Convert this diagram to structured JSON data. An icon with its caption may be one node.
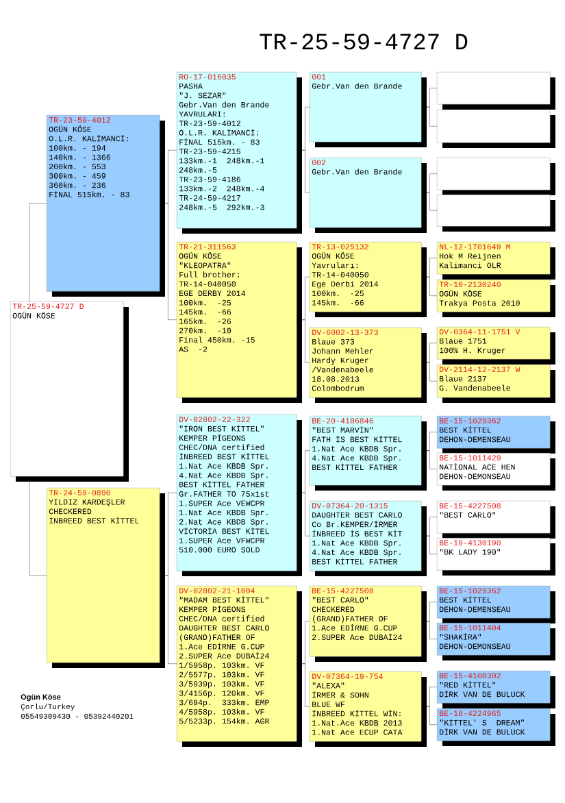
{
  "diagram": {
    "title": "TR-25-59-4727 D",
    "nodes": [
      {
        "text": [
          "TR-25-59-4727 D",
          "OGÜN KÖSE"
        ]
      },
      {
        "text": [
          "TR-23-59-4012",
          "OGÜN KÖSE",
          "O.L.R. KALİMANCİ:",
          "100km. - 194",
          "140km. - 1366",
          "200km. - 553",
          "300km. - 459",
          "360km. - 236",
          "FİNAL 515km. - 83"
        ]
      },
      {
        "text": [
          "TR-24-59-0890",
          "YILDIZ KARDEŞLER",
          "CHECKERED",
          "İNBREED BEST KİTTEL"
        ]
      },
      {
        "text": [
          "RO-17-016035",
          "PASHA",
          "\"J. SEZAR\"",
          "Gebr.Van den Brande",
          "YAVRULARI:",
          "TR-23-59-4012",
          "O.L.R. KALİMANCİ:",
          "FİNAL 515km. - 83",
          "TR-23-59-4215",
          "133km.-1  248km.-1",
          "248km.-5",
          "TR-23-59-4186",
          "133km.-2  248km.-4",
          "TR-24-59-4217",
          "248km.-5  292km.-3"
        ]
      },
      {
        "text": [
          "TR-21-311563",
          "OGÜN KÖSE",
          "\"KLEOPATRA\"",
          "Full brother:",
          "TR-14-040050",
          "EGE DERBY 2014",
          "100km.  -25",
          "145km.  -66",
          "165km.  -26",
          "270km.  -10",
          "Final 450km. -15",
          "AS  -2"
        ]
      },
      {
        "text": [
          "DV-02802-22-322",
          "\"İRON BEST KİTTEL\"",
          "KEMPER PİGEONS",
          "CHEC/DNA certified",
          "İNBREED BEST KİTTEL",
          "1.Nat Ace KBDB Spr.",
          "4.Nat Ace KBDB Spr.",
          "BEST KİTTEL FATHER",
          "Gr.FATHER TO 75x1st",
          "1.SUPER Ace VEWCPR",
          "1.Nat Ace KBDB Spr.",
          "2.Nat Ace KBDB Spr.",
          "VİCTORİA BEST KİTEL",
          "1.SUPER Ace VFWCPR",
          "510.000 EURO SOLD"
        ]
      },
      {
        "text": [
          "DV-02802-21-1004",
          "\"MADAM BEST KİTTEL\"",
          "KEMPER PİGEONS",
          "CHEC/DNA certified",
          "DAUGHTER BEST CARLO",
          "(GRAND)FATHER OF",
          "1.Ace EDİRNE G.CUP",
          "2.SUPER Ace DUBAİ24",
          "1/5958p. 103km. VF",
          "2/5577p. 103km. VF",
          "3/5939p. 103km. VF",
          "3/4156p. 120km. VF",
          "3/694p.  333km. EMP",
          "4/5958p. 103km. VF",
          "5/5233p. 154km. AGR"
        ]
      },
      {
        "text": [
          "001",
          "Gebr.Van den Brande"
        ]
      },
      {
        "text": [
          "002",
          "Gebr.Van den Brande"
        ]
      },
      {
        "text": [
          "TR-13-025132",
          "OGÜN KÖSE",
          "Yavruları:",
          "TR-14-040050",
          "Ege Derbi 2014",
          "100km.  -25",
          "145km.  -66"
        ]
      },
      {
        "text": [
          "DV-6002-13-373",
          "Blaue 373",
          "Johann Mehler",
          "Hardy Kruger",
          "/Vandenabeele",
          "18.08.2013",
          "Colombodrum"
        ]
      },
      {
        "text": [
          "BE-20-4186846",
          "\"BEST MARVİN\"",
          "FATH İS BEST KİTTEL",
          "1.Nat Ace KBDB Spr.",
          "4.Nat Ace KBDB Spr.",
          "BEST KİTTEL FATHER"
        ]
      },
      {
        "text": [
          "DV-07364-20-1315",
          "DAUGHTER BEST CARLO",
          "Co Br.KEMPER/İRMER",
          "İNBREED İS BEST KİT",
          "1.Nat Ace KBDB Spr.",
          "4.Nat Ace KBDB Spr.",
          "BEST KİTTEL FATHER"
        ]
      },
      {
        "text": [
          "BE-15-4227508",
          "\"BEST CARLO\"",
          "CHECKERED",
          "(GRAND)FATHER OF",
          "1.Ace EDİRNE G.CUP",
          "2.SUPER Ace DUBAİ24"
        ]
      },
      {
        "text": [
          "DV-07364-19-754",
          "\"ALEXA\"",
          "İRMER & SOHN",
          "BLUE WF",
          "İNBREED KİTTEL WİN:",
          "1.Nat.Ace KBDB 2013",
          "1.Nat Ace ECUP CATA"
        ]
      },
      {
        "text": [],
        "shape": "box"
      },
      {
        "text": [],
        "shape": "box"
      },
      {
        "text": [],
        "shape": "box"
      },
      {
        "text": [],
        "shape": "box"
      },
      {
        "text": [
          "NL-12-1701649 M",
          "Hok M Reijnen",
          "Kalimanci OLR"
        ]
      },
      {
        "text": [
          "TR-10-2130240",
          "OGÜN KÖSE",
          "Trakya Posta 2010"
        ]
      },
      {
        "text": [
          "DV-0364-11-1751 V",
          "Blaue 1751",
          "100% H. Kruger"
        ]
      },
      {
        "text": [
          "DV-2114-12-2137 W",
          "Blaue 2137",
          "G. Vandenabeele"
        ]
      },
      {
        "text": [
          "BE-15-1029362",
          "BEST KİTTEL",
          "DEHON-DEMENSEAU"
        ]
      },
      {
        "text": [
          "BE-15-1011429",
          "NATİONAL ACE HEN",
          "DEHON-DEMONSEAU"
        ]
      },
      {
        "text": [
          "BE-15-4227508",
          "\"BEST CARLO\""
        ]
      },
      {
        "text": [
          "BE-19-4130190",
          "\"BK LADY 190\""
        ]
      },
      {
        "text": [
          "BE-15-1029362",
          "BEST KİTTEL",
          "DEHON-DEMENSEAU"
        ]
      },
      {
        "text": [
          "BE-15-1011404",
          "\"SHAKİRA\"",
          "DEHON-DEMONSEAU"
        ]
      },
      {
        "text": [
          "BE-15-4100302",
          "\"RED KİTTEL\"",
          "DİRK VAN DE BULUCK"
        ]
      },
      {
        "text": [
          "BE-18-4224965",
          "\"KİTTEL' S  DREAM\"",
          "DİRK VAN DE BULUCK"
        ]
      }
    ],
    "edges": [
      {
        "from": 0,
        "to": 1,
        "arrow": "none"
      },
      {
        "from": 0,
        "to": 2,
        "arrow": "none"
      },
      {
        "from": 1,
        "to": 3,
        "arrow": "none"
      },
      {
        "from": 1,
        "to": 4,
        "arrow": "none"
      },
      {
        "from": 2,
        "to": 5,
        "arrow": "none"
      },
      {
        "from": 2,
        "to": 6,
        "arrow": "none"
      },
      {
        "from": 3,
        "to": 7,
        "arrow": "none"
      },
      {
        "from": 3,
        "to": 8,
        "arrow": "none"
      },
      {
        "from": 4,
        "to": 9,
        "arrow": "none"
      },
      {
        "from": 4,
        "to": 10,
        "arrow": "none"
      },
      {
        "from": 5,
        "to": 11,
        "arrow": "none"
      },
      {
        "from": 5,
        "to": 12,
        "arrow": "none"
      },
      {
        "from": 6,
        "to": 13,
        "arrow": "none"
      },
      {
        "from": 6,
        "to": 14,
        "arrow": "none"
      },
      {
        "from": 7,
        "to": 15,
        "arrow": "none"
      },
      {
        "from": 7,
        "to": 16,
        "arrow": "none"
      },
      {
        "from": 8,
        "to": 17,
        "arrow": "none"
      },
      {
        "from": 8,
        "to": 18,
        "arrow": "none"
      },
      {
        "from": 9,
        "to": 19,
        "arrow": "none"
      },
      {
        "from": 9,
        "to": 20,
        "arrow": "none"
      },
      {
        "from": 10,
        "to": 21,
        "arrow": "none"
      },
      {
        "from": 10,
        "to": 22,
        "arrow": "none"
      },
      {
        "from": 11,
        "to": 23,
        "arrow": "none"
      },
      {
        "from": 11,
        "to": 24,
        "arrow": "none"
      },
      {
        "from": 12,
        "to": 25,
        "arrow": "none"
      },
      {
        "from": 12,
        "to": 26,
        "arrow": "none"
      },
      {
        "from": 13,
        "to": 27,
        "arrow": "none"
      },
      {
        "from": 13,
        "to": 28,
        "arrow": "none"
      },
      {
        "from": 14,
        "to": 29,
        "arrow": "none"
      },
      {
        "from": 14,
        "to": 30,
        "arrow": "none"
      }
    ],
    "labels": [
      "Ogün Köse",
      "Çorlu/Turkey",
      "05549309430 - 05392440201"
    ]
  }
}
